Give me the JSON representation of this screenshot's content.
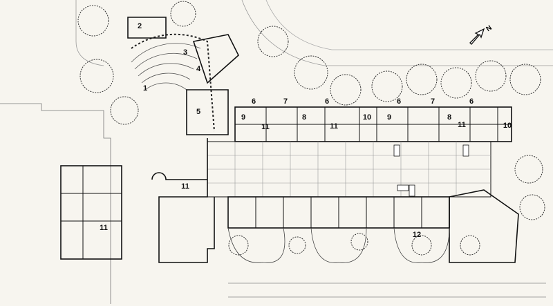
{
  "title": "Site plan",
  "north_label": "N",
  "labels": {
    "l1": "1",
    "l2": "2",
    "l3": "3",
    "l4": "4",
    "l5": "5",
    "l6a": "6",
    "l6b": "6",
    "l6c": "6",
    "l6d": "6",
    "l7a": "7",
    "l7b": "7",
    "l8a": "8",
    "l8b": "8",
    "l9a": "9",
    "l9b": "9",
    "l10a": "10",
    "l10b": "10",
    "l11a": "11",
    "l11b": "11",
    "l11c": "11",
    "l11d": "11",
    "l11e": "11",
    "l12": "12"
  },
  "colors": {
    "paper": "#f7f5ef",
    "ink": "#1a1a1a"
  }
}
